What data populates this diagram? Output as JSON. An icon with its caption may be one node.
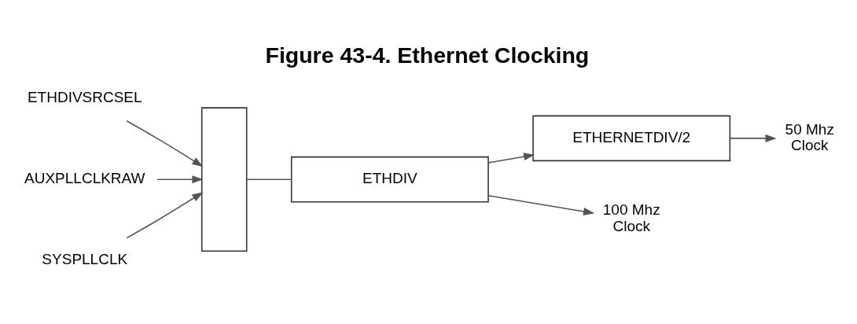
{
  "diagram": {
    "title": "Figure 43-4. Ethernet Clocking",
    "nodes": [
      {
        "text": [
          "ETHDIVSRCSEL"
        ]
      },
      {
        "text": [
          "AUXPLLCLKRAW"
        ]
      },
      {
        "text": [
          "SYSPLLCLK"
        ]
      },
      {
        "text": [],
        "shape": "trapezoid"
      },
      {
        "text": [
          "ETHDIV"
        ]
      },
      {
        "text": [
          "ETHERNETDIV/2"
        ]
      },
      {
        "text": [
          "50 Mhz Clock"
        ]
      },
      {
        "text": [
          "100 Mhz Clock"
        ]
      }
    ],
    "edges": [
      {
        "from": 0,
        "to": 3,
        "arrow": "to"
      },
      {
        "from": 1,
        "to": 3,
        "arrow": "to"
      },
      {
        "from": 2,
        "to": 3,
        "arrow": "to"
      },
      {
        "from": 3,
        "to": 4,
        "arrow": "none"
      },
      {
        "from": 4,
        "to": 5,
        "arrow": "to"
      },
      {
        "from": 4,
        "to": 7,
        "arrow": "to"
      },
      {
        "from": 5,
        "to": 6,
        "arrow": "to"
      }
    ]
  }
}
